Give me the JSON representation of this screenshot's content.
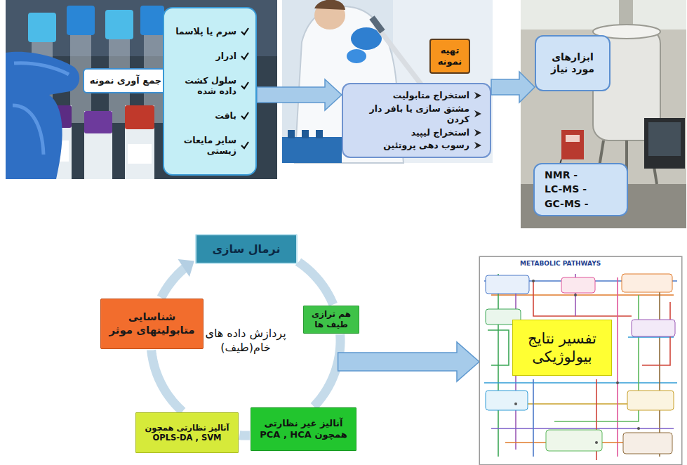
{
  "diagram": {
    "nodes": [
      {
        "text": [
          "جمع آوری نمونه"
        ]
      },
      {
        "text": [
          "سرم یا پلاسما",
          "ادرار",
          "سلول کشت داده شده",
          "بافت",
          "سایر مایعات زیستی"
        ]
      },
      {
        "text": [
          "تهیه نمونه"
        ]
      },
      {
        "text": [
          "استخراج متابولیت",
          "مشتق سازی یا بافر دار کردن",
          "استخراج لیپید",
          "رسوب دهی پروتئین"
        ]
      },
      {
        "text": [
          "ابزارهای مورد نیاز"
        ]
      },
      {
        "text": [
          "NMR -",
          "LC-MS -",
          "GC-MS -"
        ]
      },
      {
        "text": [
          "پردازش داده های خام(طیف)"
        ]
      },
      {
        "text": [
          "نرمال سازی"
        ]
      },
      {
        "text": [
          "هم ترازی طیف ها"
        ]
      },
      {
        "text": [
          "آنالیز غیر نظارتی همچون PCA , HCA"
        ]
      },
      {
        "text": [
          "آنالیز نظارتی همچون OPLS-DA , SVM"
        ]
      },
      {
        "text": [
          "شناسایی متابولیتهای موثر"
        ]
      },
      {
        "text": [
          "METABOLIC PATHWAYS"
        ]
      },
      {
        "text": [
          "تفسیر نتایج بیولوژیکی"
        ],
        "in": 12
      }
    ],
    "edges": [
      {
        "from": 1,
        "to": 3,
        "arrow": "to"
      },
      {
        "from": 3,
        "to": 4,
        "arrow": "to"
      },
      {
        "from": 7,
        "to": 8,
        "arrow": "none"
      },
      {
        "from": 8,
        "to": 9,
        "arrow": "none"
      },
      {
        "from": 9,
        "to": 10,
        "arrow": "none"
      },
      {
        "from": 10,
        "to": 11,
        "arrow": "none"
      },
      {
        "from": 11,
        "to": 7,
        "arrow": "to"
      },
      {
        "from": 6,
        "to": 12,
        "arrow": "to"
      }
    ]
  }
}
